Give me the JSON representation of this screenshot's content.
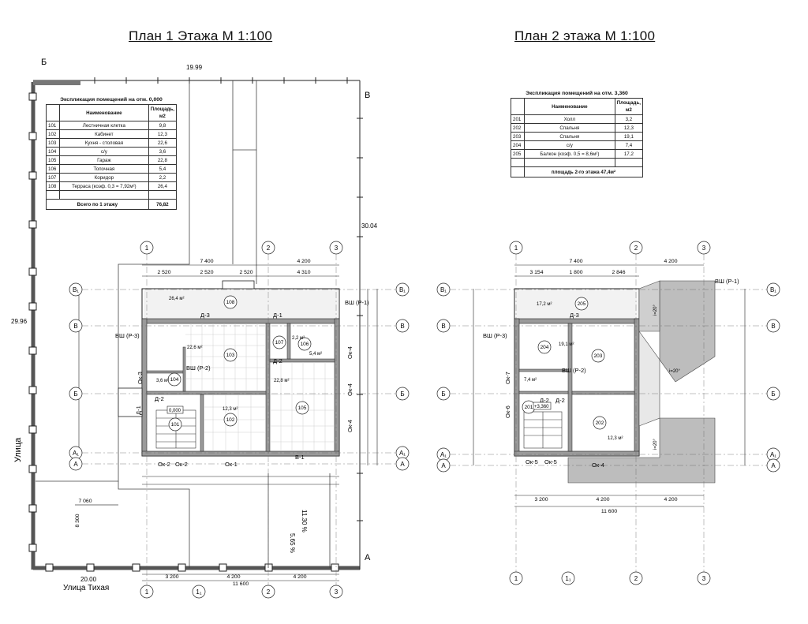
{
  "plan1": {
    "title": "План 1 Этажа М 1:100",
    "table": {
      "caption": "Экспликация помещений на отм. 0,000",
      "col_name": "Наименование",
      "col_area": "Площадь, м2",
      "rows": [
        {
          "num": "101",
          "name": "Лестничная клетка",
          "area": "9,8"
        },
        {
          "num": "102",
          "name": "Кабинет",
          "area": "12,3"
        },
        {
          "num": "103",
          "name": "Кухня - столовая",
          "area": "22,6"
        },
        {
          "num": "104",
          "name": "с/у",
          "area": "3,6"
        },
        {
          "num": "105",
          "name": "Гараж",
          "area": "22,8"
        },
        {
          "num": "106",
          "name": "Топочная",
          "area": "5,4"
        },
        {
          "num": "107",
          "name": "Коридор",
          "area": "2,2"
        },
        {
          "num": "108",
          "name": "Терраса (коэф. 0,3 = 7,92м²)",
          "area": "26,4"
        }
      ],
      "total_label": "Всего по 1 этажу",
      "total_value": "76,82"
    },
    "street_side": "Улица",
    "street_bottom": "Улица Тихая",
    "site_width": "19.99",
    "site_width_bottom": "20.00",
    "site_depth": "30.04",
    "site_left": "29.96",
    "corner_b": "Б",
    "corner_v": "В",
    "corner_a": "А",
    "axes_top": [
      "1",
      "2",
      "3"
    ],
    "axes_bottom": [
      "1",
      "1₁",
      "2",
      "3"
    ],
    "axes_left": [
      "В₁",
      "В",
      "Б",
      "А₁",
      "А"
    ],
    "dim_top": [
      "7 400",
      "4 200",
      "2 520",
      "2 520",
      "2 520",
      "4 310"
    ],
    "dim_bottom": [
      "3 200",
      "4 200",
      "4 200",
      "11 600",
      "7 060",
      "8 300"
    ],
    "slope": "11.30 %",
    "slope2": "5.65 %",
    "mark_0": "0,000",
    "rooms": [
      "101",
      "102",
      "103",
      "104",
      "105",
      "106",
      "107",
      "108"
    ],
    "room_areas": [
      "26,4 м²",
      "22,6 м²",
      "3,6 м²",
      "12,3 м²",
      "22,8 м²",
      "2,2 м²",
      "5,4 м²"
    ],
    "ventshafts": [
      "ВШ (Р-1)",
      "ВШ (Р-2)",
      "ВШ (Р-3)"
    ],
    "doors": [
      "Д-1",
      "Д-2",
      "Д-2",
      "Д-3",
      "Д-1"
    ],
    "windows": [
      "Ок-1",
      "Ок-2",
      "Ок-2",
      "Ок-3",
      "Ок-4",
      "Ок-4",
      "Ок-4"
    ],
    "gate": "В-1"
  },
  "plan2": {
    "title": "План 2 этажа М 1:100",
    "table": {
      "caption": "Экспликация помещений на отм. 3,360",
      "col_name": "Наименование",
      "col_area": "Площадь, м2",
      "rows": [
        {
          "num": "201",
          "name": "Холл",
          "area": "3,2"
        },
        {
          "num": "202",
          "name": "Спальня",
          "area": "12,3"
        },
        {
          "num": "203",
          "name": "Спальня",
          "area": "19,1"
        },
        {
          "num": "204",
          "name": "с/у",
          "area": "7,4"
        },
        {
          "num": "205",
          "name": "Балкон (коэф. 0,5 = 8,6м²)",
          "area": "17,2"
        }
      ],
      "total_label": "площадь 2-го этажа 47,4м²"
    },
    "axes_top": [
      "1",
      "2",
      "3"
    ],
    "axes_bottom": [
      "1",
      "1₁",
      "2",
      "3"
    ],
    "axes_left": [
      "В₁",
      "В",
      "Б",
      "А₁",
      "А"
    ],
    "dim_top": [
      "7 400",
      "4 200",
      "3 154",
      "1 800",
      "2 846"
    ],
    "dim_bottom": [
      "3 200",
      "4 200",
      "4 200",
      "11 600"
    ],
    "mark_level": "+3,360",
    "rooms": [
      "201",
      "202",
      "203",
      "204",
      "205"
    ],
    "room_areas": [
      "17,2 м²",
      "19,1 м²",
      "12,3 м²",
      "7,4 м²"
    ],
    "ventshafts": [
      "ВШ (Р-1)",
      "ВШ (Р-2)",
      "ВШ (Р-3)"
    ],
    "doors": [
      "Д-2",
      "Д-2",
      "Д-3"
    ],
    "windows": [
      "Ок-5",
      "Ок-5",
      "Ок-6",
      "Ок-7",
      "Ок-4"
    ],
    "roof_slopes": [
      "i=20°",
      "i=20°",
      "i=20°"
    ]
  }
}
